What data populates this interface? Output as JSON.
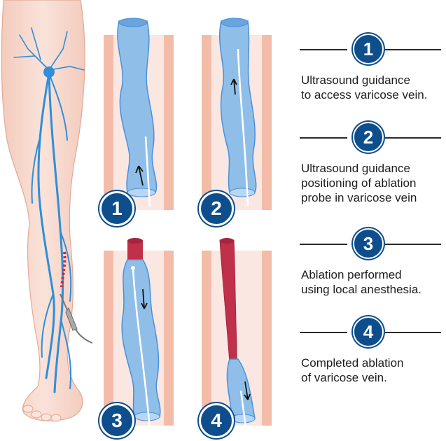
{
  "colors": {
    "badge": "#0e4e8c",
    "vein": "#8fbfe8",
    "vein_dark": "#4a90d9",
    "skin": "#f7d8cf",
    "ablated": "#c0304a"
  },
  "panel_badges": [
    "1",
    "2",
    "3",
    "4"
  ],
  "steps": [
    {
      "number": "1",
      "lines": [
        "Ultrasound guidance",
        "to access varicose vein."
      ]
    },
    {
      "number": "2",
      "lines": [
        "Ultrasound guidance",
        "positioning of ablation",
        "probe in varicose vein"
      ]
    },
    {
      "number": "3",
      "lines": [
        "Ablation performed",
        "using local anesthesia."
      ]
    },
    {
      "number": "4",
      "lines": [
        "Completed ablation",
        "of varicose vein."
      ]
    }
  ]
}
